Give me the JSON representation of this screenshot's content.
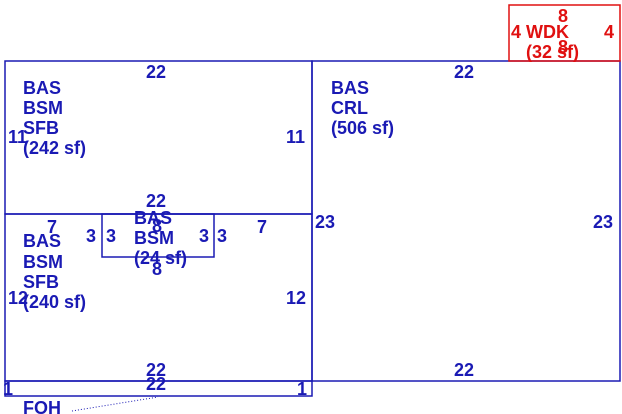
{
  "sketch": {
    "colors": {
      "primary": "#1a1ab4",
      "accent": "#e01010"
    },
    "areas": {
      "upper_left": {
        "line1": "BAS",
        "line2": "BSM",
        "line3": "SFB",
        "area": "(242 sf)",
        "dim_top": "22",
        "dim_left": "11",
        "dim_right": "11"
      },
      "lower_left": {
        "line1": "BAS",
        "line2": "BSM",
        "line3": "SFB",
        "area": "(240 sf)",
        "dim_top": "22",
        "dim_bottom": "22",
        "dim_left": "12",
        "dim_right": "12",
        "dim_top_left": "7",
        "dim_top_right": "7"
      },
      "small_center": {
        "line1": "BAS",
        "line2": "BSM",
        "area": "(24 sf)",
        "dim_top": "8",
        "dim_bottom": "8",
        "dim_left_out": "3",
        "dim_left_in": "3",
        "dim_right_in": "3",
        "dim_right_out": "3"
      },
      "right": {
        "line1": "BAS",
        "line2": "CRL",
        "area": "(506 sf)",
        "dim_top": "22",
        "dim_bottom": "22",
        "dim_left": "23",
        "dim_right": "23"
      },
      "deck": {
        "label": "WDK",
        "area": "(32 sf)",
        "dim_top": "8",
        "dim_bottom": "8",
        "dim_left": "4",
        "dim_right": "4"
      },
      "strip": {
        "dim_top": "22",
        "dim_left": "1",
        "dim_right": "1",
        "label": "FOH"
      }
    }
  }
}
